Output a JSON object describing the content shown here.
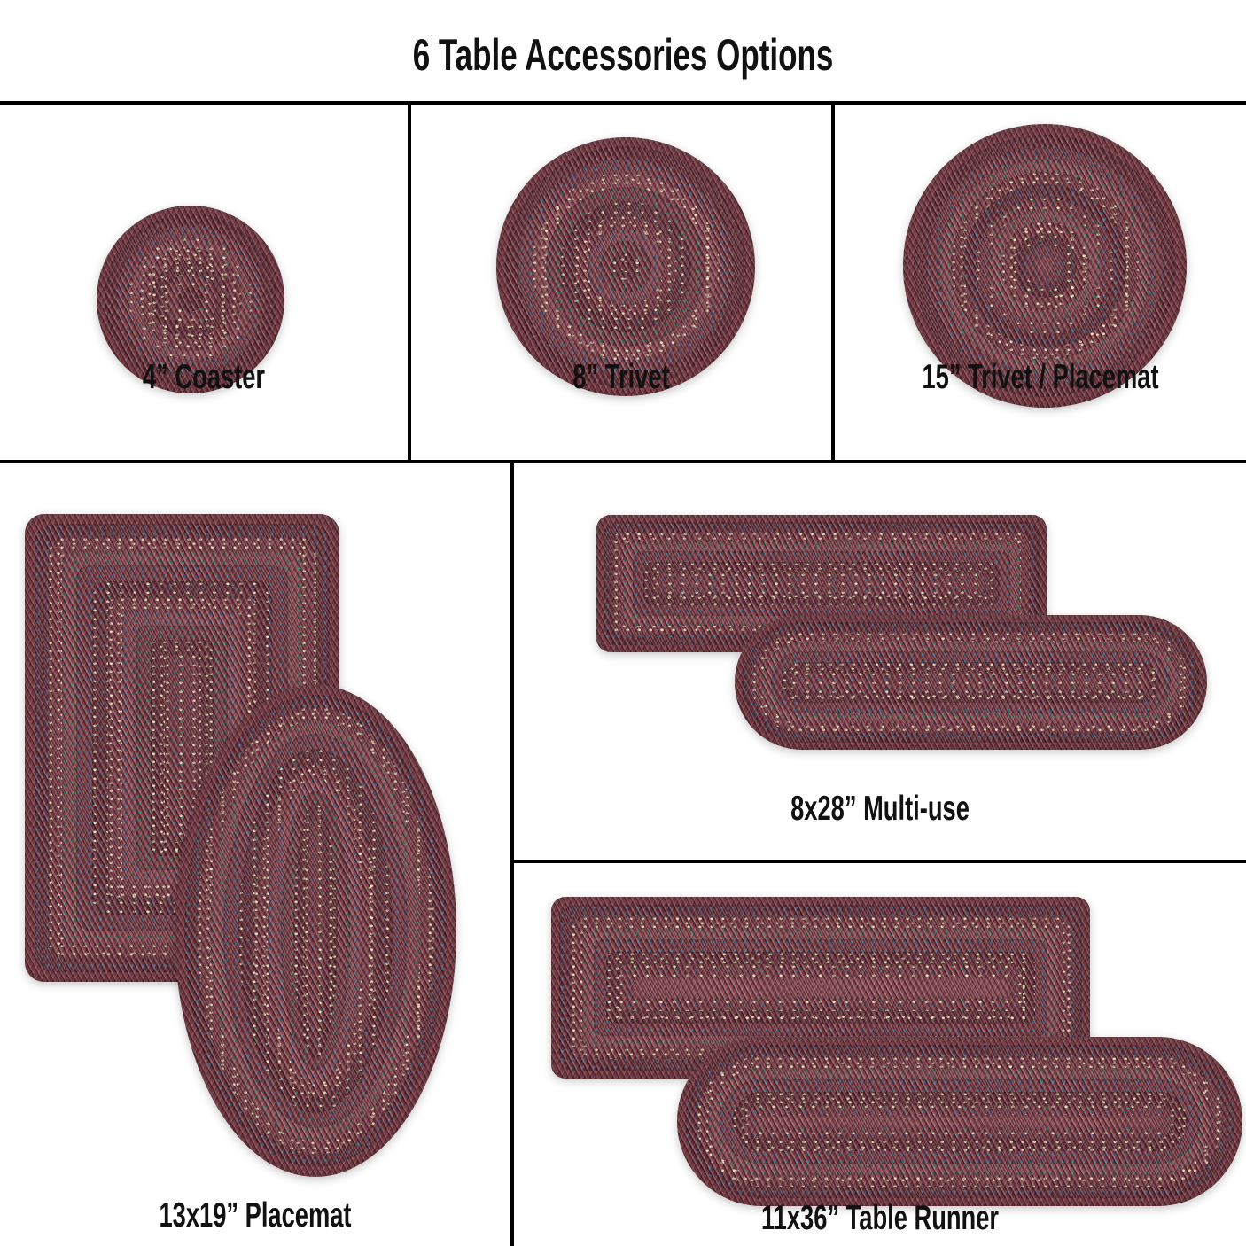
{
  "page": {
    "title": "6 Table Accessories Options",
    "background_color": "#ffffff",
    "rule_color": "#000000"
  },
  "palette": {
    "burgundy": "#7d3a45",
    "burgundy_dark": "#6b2f3a",
    "burgundy_light": "#8c4651",
    "cream": "#e8dcb8",
    "navy": "#415a7c",
    "teal": "#35705a",
    "text": "#111111"
  },
  "cells": [
    {
      "id": "coaster",
      "label": "4” Coaster",
      "shape": "round",
      "size_text": "4”",
      "product": "Coaster"
    },
    {
      "id": "trivet-8",
      "label": "8” Trivet",
      "shape": "round",
      "size_text": "8”",
      "product": "Trivet"
    },
    {
      "id": "trivet-15",
      "label": "15” Trivet / Placemat",
      "shape": "round",
      "size_text": "15”",
      "product": "Trivet / Placemat"
    },
    {
      "id": "placemat",
      "label": "13x19” Placemat",
      "shape": "rect-and-oval",
      "size_text": "13x19”",
      "product": "Placemat"
    },
    {
      "id": "multi-use",
      "label": "8x28” Multi-use",
      "shape": "rect-and-oval",
      "size_text": "8x28”",
      "product": "Multi-use"
    },
    {
      "id": "table-runner",
      "label": "11x36” Table Runner",
      "shape": "rect-and-oval",
      "size_text": "11x36”",
      "product": "Table Runner"
    }
  ]
}
